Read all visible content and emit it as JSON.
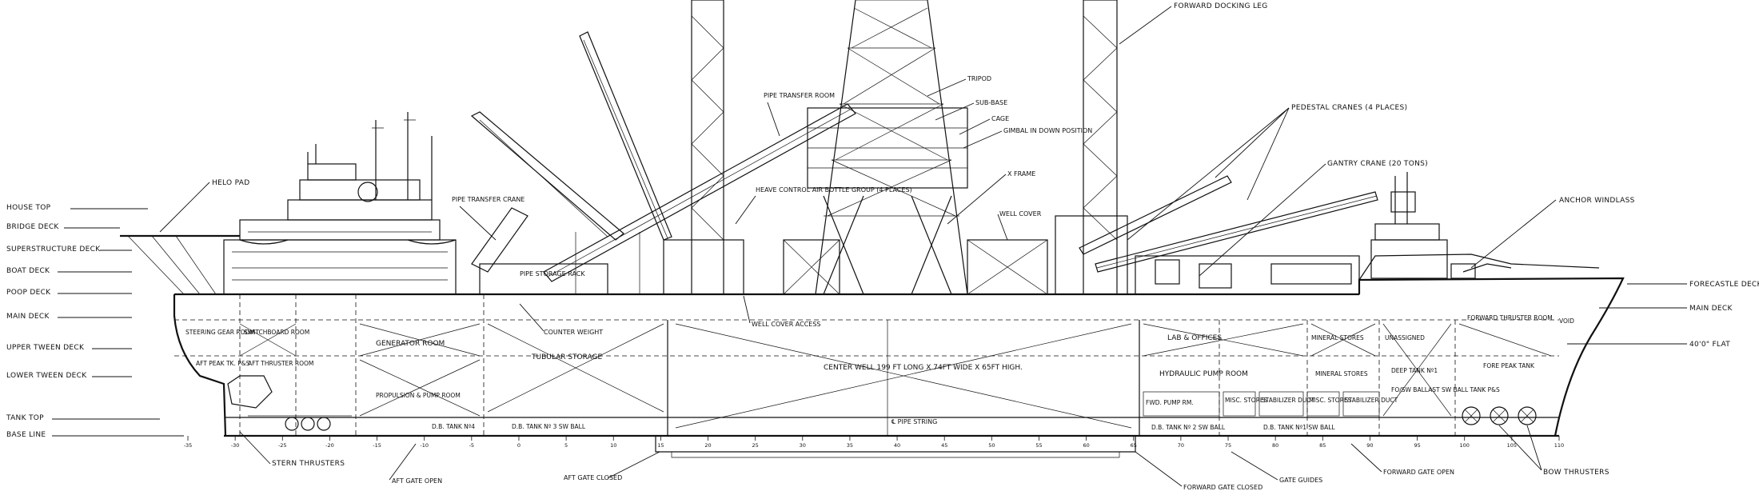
{
  "deck_levels": [
    {
      "label": "HOUSE TOP"
    },
    {
      "label": "BRIDGE DECK"
    },
    {
      "label": "SUPERSTRUCTURE DECK"
    },
    {
      "label": "BOAT DECK"
    },
    {
      "label": "POOP DECK"
    },
    {
      "label": "MAIN DECK"
    },
    {
      "label": "UPPER TWEEN DECK"
    },
    {
      "label": "LOWER TWEEN DECK"
    },
    {
      "label": "TANK TOP"
    },
    {
      "label": "BASE LINE"
    }
  ],
  "right_levels": [
    {
      "label": "FORECASTLE DECK"
    },
    {
      "label": "MAIN DECK"
    },
    {
      "label": "40'0\" FLAT"
    }
  ],
  "callouts": {
    "helo_pad": "HELO PAD",
    "pipe_transfer_crane": "PIPE TRANSFER CRANE",
    "pipe_transfer_room": "PIPE TRANSFER ROOM",
    "pipe_storage_rack": "PIPE STORAGE RACK",
    "heave_control": "HEAVE CONTROL AIR BOTTLE GROUP (4 PLACES)",
    "forward_docking_leg": "FORWARD DOCKING LEG",
    "tripod": "TRIPOD",
    "sub_base": "SUB-BASE",
    "cage": "CAGE",
    "gimbal": "GIMBAL IN DOWN POSITION",
    "x_frame": "X FRAME",
    "well_cover": "WELL COVER",
    "pedestal_cranes": "PEDESTAL CRANES (4 PLACES)",
    "gantry_crane": "GANTRY CRANE (20 TONS)",
    "anchor_windlass": "ANCHOR WINDLASS",
    "counter_weight": "COUNTER WEIGHT",
    "well_cover_access": "WELL COVER ACCESS",
    "stern_thrusters": "STERN THRUSTERS",
    "aft_gate_open": "AFT GATE OPEN",
    "aft_gate_closed": "AFT GATE CLOSED",
    "forward_gate_closed": "FORWARD GATE CLOSED",
    "gate_guides": "GATE GUIDES",
    "forward_gate_open": "FORWARD GATE OPEN",
    "bow_thrusters": "BOW THRUSTERS",
    "pipe_string": "℄ PIPE STRING"
  },
  "rooms": {
    "steering_gear": "STEERING GEAR ROOM",
    "switchboard": "SWITCHBOARD ROOM",
    "generator": "GENERATOR ROOM",
    "aft_peak": "AFT PEAK TK. P&S",
    "aft_thruster": "AFT THRUSTER ROOM",
    "propulsion_pump": "PROPULSION & PUMP ROOM",
    "tubular_storage": "TUBULAR STORAGE",
    "db_tank_3": "D.B. TANK Nº 3 SW BALL",
    "db_tank_4": "D.B. TANK Nº4",
    "center_well": "CENTER WELL 199 FT LONG X 74FT WIDE X 65FT HIGH.",
    "lab_offices": "LAB & OFFICES",
    "mineral_stores_1": "MINERAL STORES",
    "unassigned": "UNASSIGNED",
    "forward_thruster": "FORWARD THRUSTER ROOM",
    "void": "VOID",
    "hydraulic_pump": "HYDRAULIC PUMP ROOM",
    "mineral_stores_2": "MINERAL STORES",
    "deep_tank": "DEEP TANK Nº1",
    "ballast_tank": "FO/SW BALLAST SW BALL TANK P&S",
    "fore_peak": "FORE PEAK TANK",
    "fwd_pump": "FWD. PUMP RM.",
    "misc_stores": "MISC. STORES",
    "stabilizer_1": "STABILIZER DUCT",
    "misc_stores_2": "MISC. STORES",
    "stabilizer_2": "STABILIZER DUCT",
    "db_tank_2": "D.B. TANK Nº 2 SW BALL",
    "db_tank_1": "D.B. TANK Nº1 SW BALL"
  },
  "frame_ticks": [
    "-35",
    "-30",
    "-25",
    "-20",
    "-15",
    "-10",
    "-5",
    "0",
    "5",
    "10",
    "15",
    "20",
    "25",
    "30",
    "35",
    "40",
    "45",
    "50",
    "55",
    "60",
    "65",
    "70",
    "75",
    "80",
    "85",
    "90",
    "95",
    "100",
    "105",
    "110"
  ],
  "colors": {
    "ink": "#111111",
    "paper": "#ffffff"
  }
}
